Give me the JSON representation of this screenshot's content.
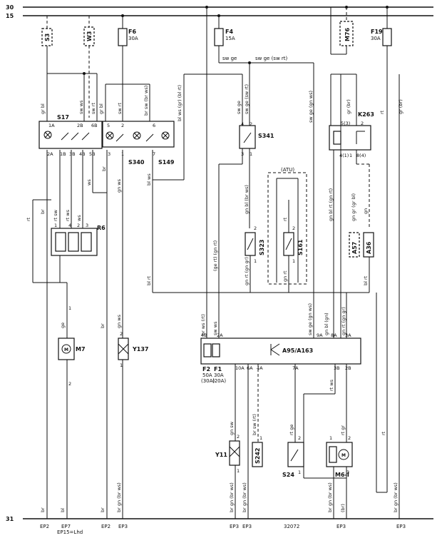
{
  "rails": {
    "r30": "30",
    "r15": "15",
    "r31": "31"
  },
  "components": {
    "S3": "S3",
    "W3": "W3",
    "F6": "F6",
    "F6_rating": "30A",
    "F4": "F4",
    "F4_rating": "15A",
    "M76": "M76",
    "F19": "F19",
    "F19_rating": "30A",
    "S17": "S17",
    "S340": "S340",
    "S149": "S149",
    "S341": "S341",
    "K263": "K263",
    "R6": "R6",
    "M7": "M7",
    "Y137": "Y137",
    "S323": "S323",
    "S161": "S161",
    "ATU": "(ATU)",
    "A57": "A57",
    "A36": "A36",
    "A95": "A95/A163",
    "F2": "F2",
    "F2_rating": "50A",
    "F2_alt": "(30A)",
    "F1": "F1",
    "F1_rating": "30A",
    "F1_alt": "(20A)",
    "Y11": "Y11",
    "S242": "S242",
    "S24": "S24",
    "M61": "M6-I"
  },
  "wires": {
    "gr_bl": "gr bl",
    "sw_rt": "sw rt",
    "sw_ws": "sw ws",
    "br_sw_br_ws": "br sw (br ws)",
    "bl_ws_gr": "bl ws (gr) (bl rt)",
    "sw_ge": "sw ge",
    "sw_ge_sw_rt": "sw ge (sw rt)",
    "sw_ge_swrt": "sw ge (sw rt)",
    "sw_ge_gn_ws": "sw ge (gn ws)",
    "gr_br": "gr (br)",
    "rt": "rt",
    "gr_br2": "gr (br)",
    "br": "br",
    "rt_sw": "rt sw",
    "rt_ws": "rt ws",
    "ws": "ws",
    "gn_ws": "gn ws",
    "bl_ws": "bl ws",
    "ge": "ge",
    "bl": "bl",
    "bl_rt": "bl rt",
    "gn_bl_br_ws": "gn bl (br ws)",
    "gn_rt_gn_gr": "gn rt (gn gr)",
    "gn_rt": "gn rt",
    "gn_bl_rt": "gn bl rt (gn rt)",
    "gn_gr_bl": "gn gr (gr bl)",
    "gn": "gn",
    "ge_gn_rt": "(ge rt) (gn rt)",
    "br_ws_rt": "br ws (rt)",
    "sw_ws2": "sw ws",
    "sw_ge_gn_ws2": "sw ge (gn ws)",
    "gn_bl_gn": "gn bl (gn)",
    "gn_rt_gn_gr2": "gn rt (gn gr)",
    "br_sw_rt": "br sw (rt)",
    "gn_sw": "gn sw",
    "rt_ge": "rt ge",
    "rt_ws2": "rt ws",
    "rt_gr": "rt gr",
    "br_gn_br_ws": "br gn (br ws)",
    "br_gn_br_ws2": "br gn (br ws)",
    "br_gn_br_ws3": "br gn (br ws)",
    "br_gn_br_ws4": "br gn (br ws)",
    "br_gn_br_ws5": "br gn (br ws)",
    "br_bot": "br",
    "bl_bot": "bl",
    "br_bot2": "br",
    "br_bot3": "(br)",
    "br_gn_br_ws6": "br gn (br ws)"
  },
  "pins": {
    "p1A": "1A",
    "p2B": "2B",
    "p6B": "6B",
    "p2A": "2A",
    "p1B": "1B",
    "p3B": "3B",
    "p4B": "4B",
    "p5B": "5B",
    "p5": "5",
    "p2": "2",
    "p6": "6",
    "p3": "3",
    "p1": "1",
    "p7": "7",
    "s341_4": "4",
    "s341_2": "2",
    "s341_3": "3",
    "s341_1": "1",
    "k_5": "5(3)",
    "k_2": "2",
    "k_4": "4(1)",
    "k_1": "1",
    "k_8": "8(4)",
    "r6_1": "1",
    "r6_4": "4",
    "r6_2": "2",
    "r6_3": "3",
    "m7_1": "1",
    "m7_2": "2",
    "y137_2": "2",
    "y137_1": "1",
    "s323_2": "2",
    "s323_1": "1",
    "s161_2": "2",
    "s161_1": "1",
    "a_4B": "4B",
    "a_2A": "2A",
    "a_9A": "9A",
    "a_8A": "8A",
    "a_3A": "3A",
    "a_10A": "10A",
    "a_6A": "6A",
    "a_4A": "4A",
    "a_7A": "7A",
    "a_3B": "3B",
    "a_2B": "2B",
    "y11_2": "2",
    "y11_1": "1",
    "s242_1": "1",
    "s24_2": "2",
    "s24_1": "1",
    "m6_1": "1",
    "m6_2": "2",
    "m6_3": "3"
  },
  "grounds": {
    "g1": "EP2",
    "g2": "EP7",
    "g2b": "EP15=Lhd",
    "g3": "EP2",
    "g4": "EP3",
    "g5": "EP3",
    "g6": "EP3",
    "g7": "32072",
    "g8": "EP3",
    "g9": "EP3"
  }
}
